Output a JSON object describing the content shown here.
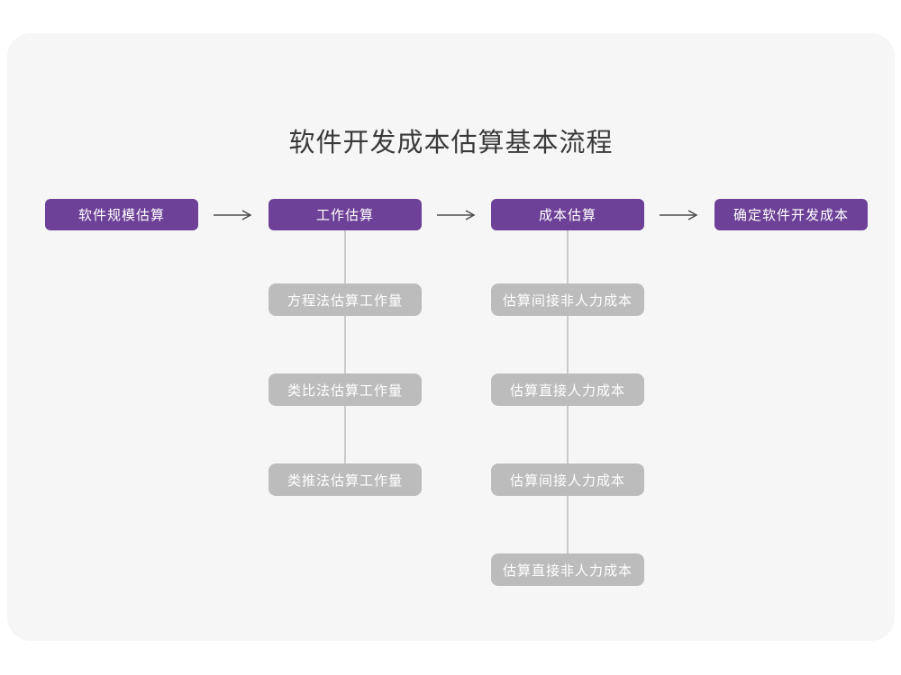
{
  "title": "软件开发成本估算基本流程",
  "colors": {
    "page_bg": "#ffffff",
    "card_bg": "#f6f6f7",
    "stage_box": "#6d4197",
    "substep_box": "#bcbcbc",
    "connector_line": "#cbcbcb",
    "arrow": "#4d4d4d",
    "title_text": "#3a3a3a",
    "box_text": "#ffffff"
  },
  "flow": {
    "stages": [
      {
        "label": "软件规模估算",
        "substeps": []
      },
      {
        "label": "工作估算",
        "substeps": [
          "方程法估算工作量",
          "类比法估算工作量",
          "类推法估算工作量"
        ]
      },
      {
        "label": "成本估算",
        "substeps": [
          "估算间接非人力成本",
          "估算直接人力成本",
          "估算间接人力成本",
          "估算直接非人力成本"
        ]
      },
      {
        "label": "确定软件开发成本",
        "substeps": []
      }
    ]
  }
}
